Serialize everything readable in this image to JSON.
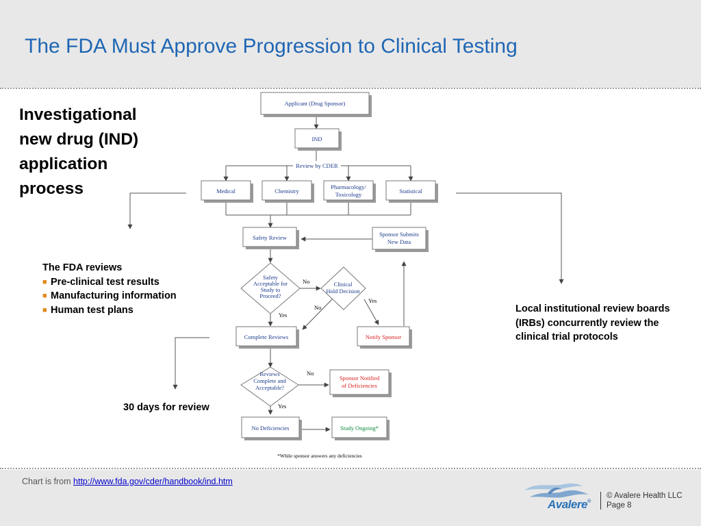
{
  "title": "The FDA Must Approve Progression to Clinical Testing",
  "subtitle": "Investigational new drug (IND) application process",
  "fda_reviews": {
    "heading": "The FDA reviews",
    "items": [
      "Pre-clinical test results",
      "Manufacturing information",
      "Human test plans"
    ],
    "bullet_color": "#e08a1e"
  },
  "irb_note": "Local institutional review boards (IRBs) concurrently review the clinical trial protocols",
  "days_note": "30 days for review",
  "flowchart": {
    "applicant": "Applicant (Drug Sponsor)",
    "ind": "IND",
    "review_by_cder": "Review by CDER",
    "medical": "Medical",
    "chemistry": "Chemistry",
    "pharmacology_line1": "Pharmacology/",
    "pharmacology_line2": "Toxicology",
    "statistical": "Statistical",
    "safety_review": "Safety Review",
    "sponsor_submits_line1": "Sponsor Submits",
    "sponsor_submits_line2": "New Data",
    "safety_decision_line1": "Safety",
    "safety_decision_line2": "Acceptable for",
    "safety_decision_line3": "Study to",
    "safety_decision_line4": "Proceed?",
    "clinical_hold_line1": "Clinical",
    "clinical_hold_line2": "Hold Decision",
    "complete_reviews": "Complete Reviews",
    "notify_sponsor": "Notify Sponsor",
    "reviews_decision_line1": "Reviews",
    "reviews_decision_line2": "Complete and",
    "reviews_decision_line3": "Acceptable?",
    "sponsor_notified_line1": "Sponsor Notified",
    "sponsor_notified_line2": "of Deficiencies",
    "no_deficiencies": "No Deficiencies",
    "study_ongoing": "Study Ongoing*",
    "footnote": "*While sponsor answers any deficiencies",
    "yes": "Yes",
    "no": "No",
    "text_color": "#1a3a8a",
    "red_color": "#d81e1e",
    "green_color": "#0a8a3a"
  },
  "footer": {
    "source_prefix": "Chart is from ",
    "source_url": "http://www.fda.gov/cder/handbook/ind.htm",
    "copyright": "© Avalere Health LLC",
    "page": "Page 8",
    "logo_text": "Avalere",
    "logo_reg": "®"
  },
  "colors": {
    "title": "#1f66b4",
    "band": "#e8e8e8",
    "logo": "#2a72b8"
  }
}
